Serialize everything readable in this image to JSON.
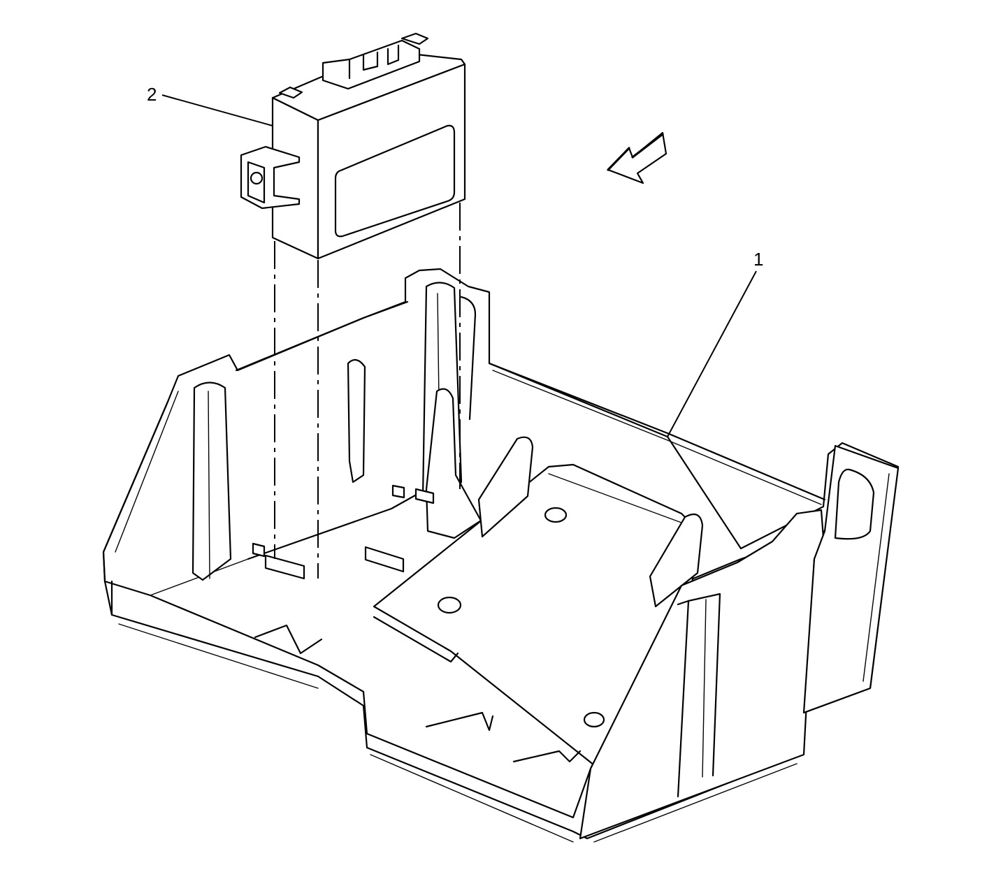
{
  "callouts": [
    {
      "number": "1",
      "part": "tray"
    },
    {
      "number": "2",
      "part": "module"
    }
  ],
  "direction_arrow": {
    "icon": "forward-direction-arrow-icon",
    "points": "front"
  },
  "colors": {
    "line": "#000000",
    "background": "#ffffff"
  }
}
